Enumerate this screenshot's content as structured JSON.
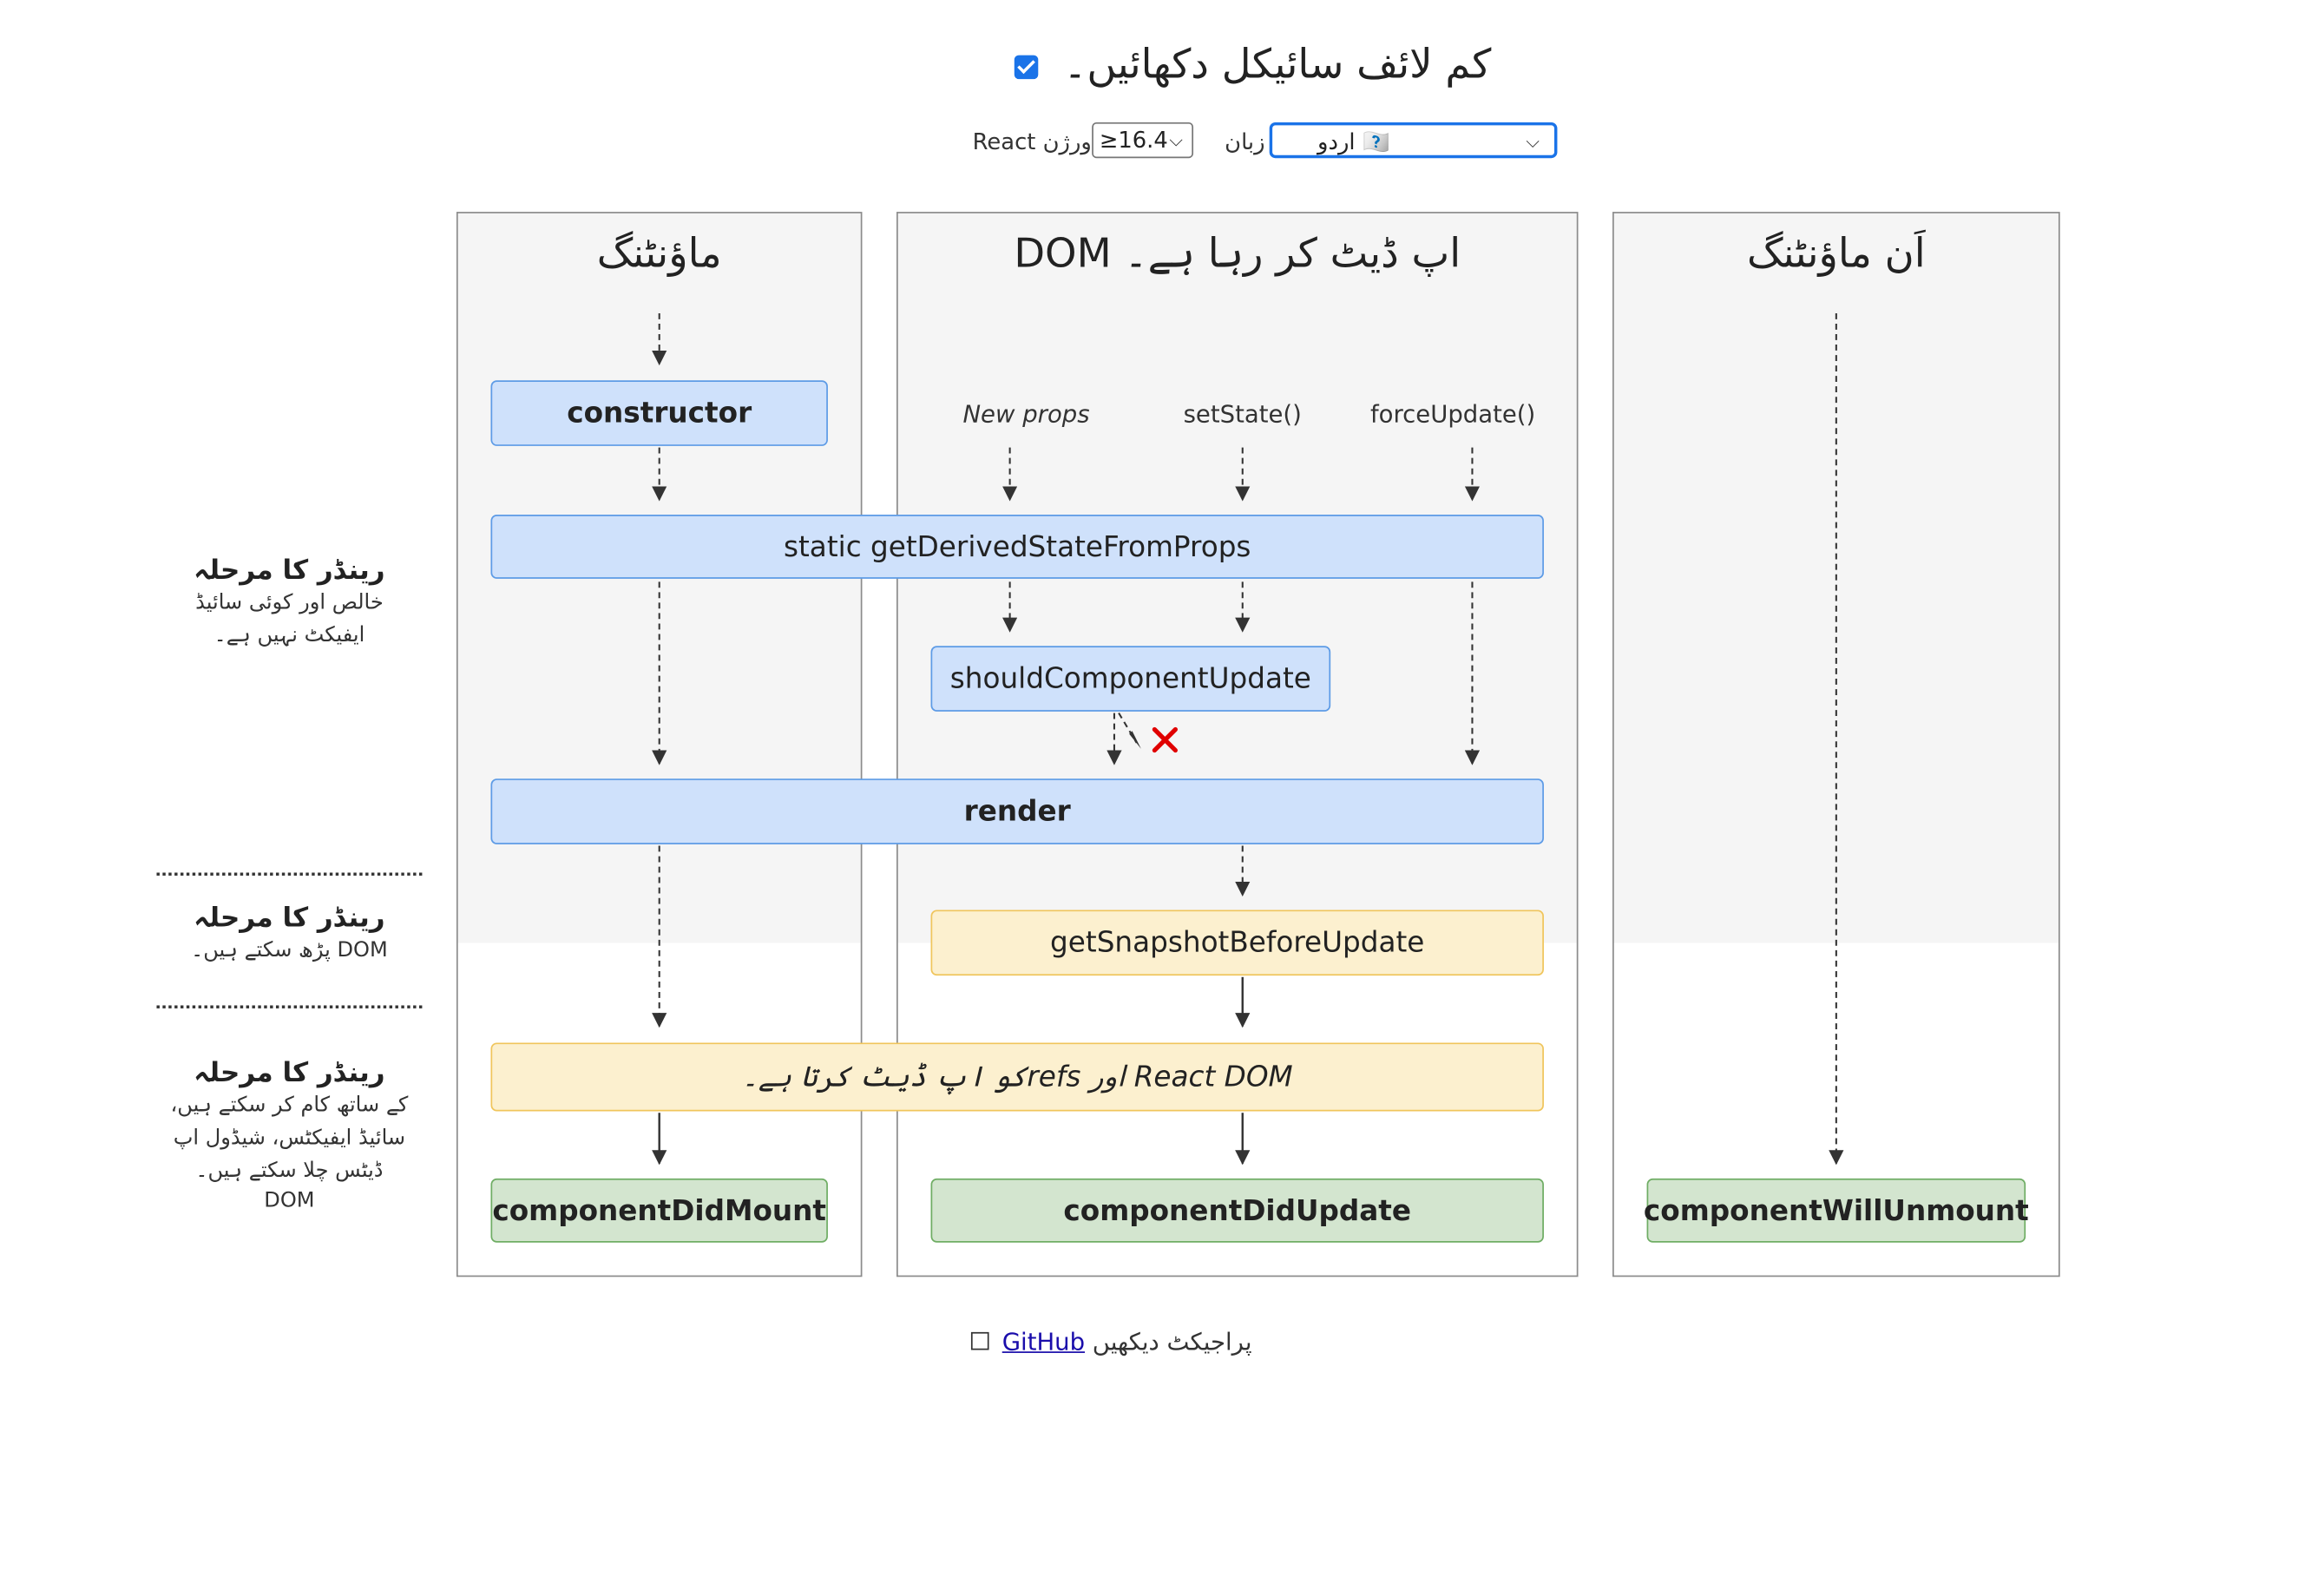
{
  "header": {
    "title": "کم لائف سائیکل دکھائیں۔",
    "version_label": "React ورژن",
    "version_value": "≥16.4",
    "language_label": "زبان",
    "language_value": "🇺🇷 اردو"
  },
  "columns": {
    "mounting": "ماؤنٹنگ",
    "updating": "DOM اپ ڈیٹ کر رہا ہے۔",
    "unmounting": "اَن ماؤنٹنگ"
  },
  "triggers": {
    "new_props": "New props",
    "set_state": "setState()",
    "force_update": "forceUpdate()"
  },
  "methods": {
    "constructor": "constructor",
    "get_derived_state": "static getDerivedStateFromProps",
    "should_update": "shouldComponentUpdate",
    "render": "render",
    "snapshot": "getSnapshotBeforeUpdate",
    "react_updates": "React DOM اور refsکو اپ ڈیٹ کرتا ہے۔",
    "did_mount": "componentDidMount",
    "did_update": "componentDidUpdate",
    "will_unmount": "componentWillUnmount"
  },
  "phases": {
    "render_title": "رینڈر کا مرحلہ",
    "render_desc_1": "خالص اور کوئی سائیڈ",
    "render_desc_2": "ایفیکٹ نہیں ہے۔",
    "precommit_title": "رینڈر کا مرحلہ",
    "precommit_desc": "DOM پڑھ سکتے ہیں۔",
    "commit_title": "رینڈر کا مرحلہ",
    "commit_desc_1": "کے ساتھ کام کر سکتے ہیں،",
    "commit_desc_2": "سائیڈ ایفیکٹس، شیڈول اپ",
    "commit_desc_3": "ڈیٹس چلا سکتے ہیں۔",
    "commit_desc_4": "DOM"
  },
  "footer": {
    "text": "پراجیکٹ دیکھیں",
    "link": "GitHub"
  },
  "colors": {
    "blue_box": "#cfe1fb",
    "yellow_box": "#fcf0cf",
    "green_box": "#d3e5cf",
    "cancel_mark": "#e00000"
  }
}
